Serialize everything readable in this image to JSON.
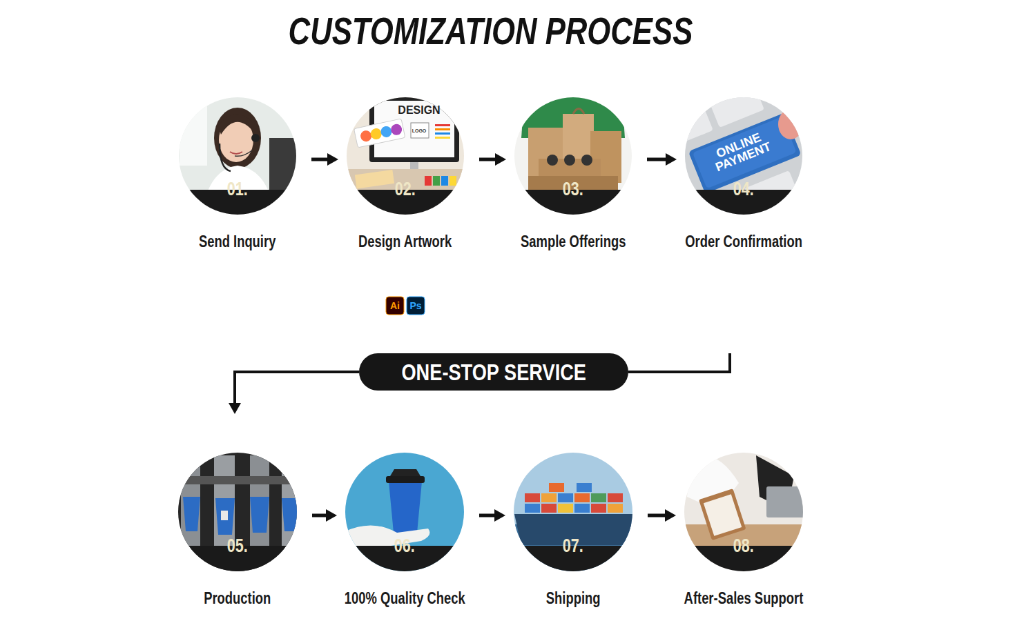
{
  "diagram": {
    "title": "CUSTOMIZATION PROCESS",
    "nodes": [
      {
        "text": [
          "01.",
          "Send Inquiry"
        ]
      },
      {
        "text": [
          "02.",
          "Design Artwork"
        ]
      },
      {
        "text": [
          "03.",
          "Sample Offerings"
        ]
      },
      {
        "text": [
          "04.",
          "Order Confirmation"
        ]
      },
      {
        "text": [
          "ONE-STOP SERVICE"
        ]
      },
      {
        "text": [
          "05.",
          "Production"
        ]
      },
      {
        "text": [
          "06.",
          "100% Quality Check"
        ]
      },
      {
        "text": [
          "07.",
          "Shipping"
        ]
      },
      {
        "text": [
          "08.",
          "After-Sales Support"
        ]
      }
    ],
    "edges": [
      {
        "from": 0,
        "to": 1,
        "arrow": "to"
      },
      {
        "from": 1,
        "to": 2,
        "arrow": "to"
      },
      {
        "from": 2,
        "to": 3,
        "arrow": "to"
      },
      {
        "from": 3,
        "to": 4,
        "arrow": "none"
      },
      {
        "from": 4,
        "to": 5,
        "arrow": "to"
      },
      {
        "from": 5,
        "to": 6,
        "arrow": "to"
      },
      {
        "from": 6,
        "to": 7,
        "arrow": "to"
      },
      {
        "from": 7,
        "to": 8,
        "arrow": "to"
      }
    ],
    "labels": [
      "DESIGN",
      "LOGO",
      "ONLINE PAYMENT",
      "Ai",
      "Ps"
    ]
  }
}
